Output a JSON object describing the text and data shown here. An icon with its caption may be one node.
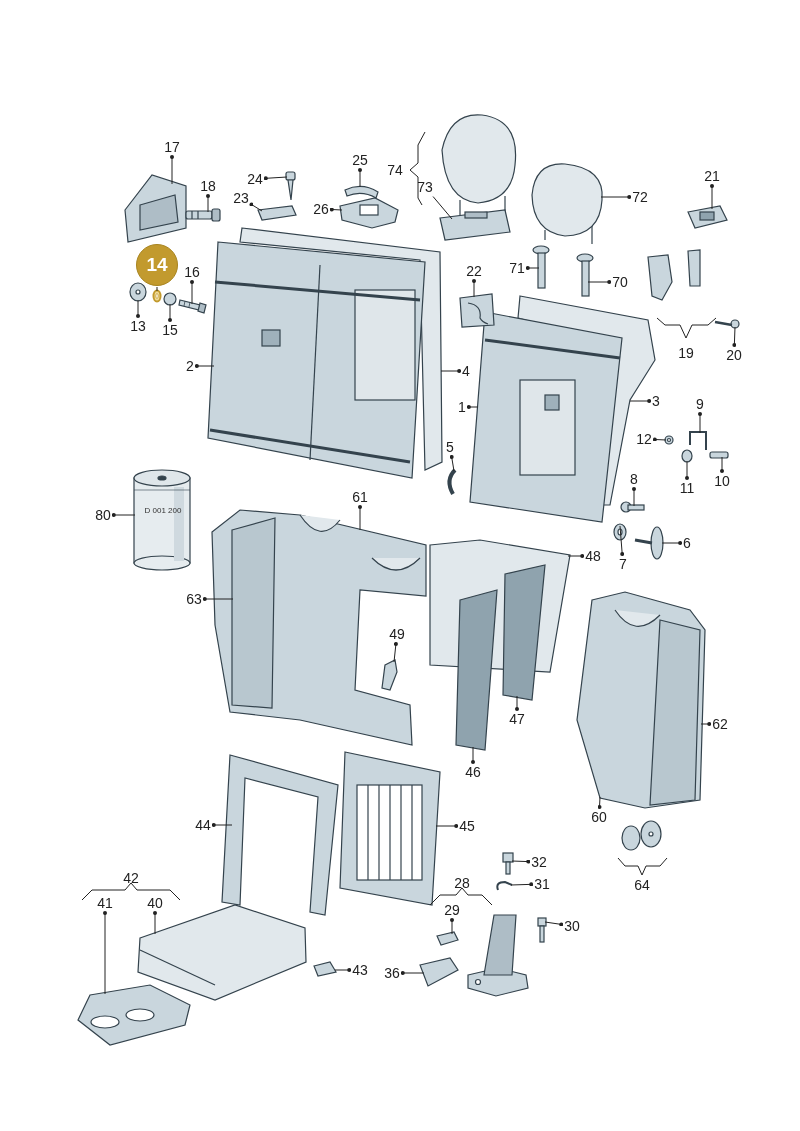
{
  "diagram": {
    "nodes": [
      {
        "text": [
          "17"
        ]
      },
      {
        "text": [
          "18"
        ]
      },
      {
        "text": [
          "24"
        ]
      },
      {
        "text": [
          "25"
        ]
      },
      {
        "text": [
          "23"
        ]
      },
      {
        "text": [
          "26"
        ]
      },
      {
        "text": [
          "73"
        ]
      },
      {
        "text": [
          "72"
        ]
      },
      {
        "text": [
          "21"
        ]
      },
      {
        "text": [
          "14"
        ]
      },
      {
        "text": [
          "22"
        ]
      },
      {
        "text": [
          "16"
        ]
      },
      {
        "text": [
          "13"
        ]
      },
      {
        "text": [
          "15"
        ]
      },
      {
        "text": [
          "2"
        ]
      },
      {
        "text": [
          "4"
        ]
      },
      {
        "text": [
          "71"
        ]
      },
      {
        "text": [
          "70"
        ]
      },
      {
        "text": [
          "20"
        ]
      },
      {
        "text": [
          "1"
        ]
      },
      {
        "text": [
          "3"
        ]
      },
      {
        "text": [
          "9"
        ]
      },
      {
        "text": [
          "12"
        ]
      },
      {
        "text": [
          "11"
        ]
      },
      {
        "text": [
          "10"
        ]
      },
      {
        "text": [
          "5"
        ]
      },
      {
        "text": [
          "8"
        ]
      },
      {
        "text": [
          "80"
        ]
      },
      {
        "text": [
          "61"
        ]
      },
      {
        "text": [
          "48"
        ]
      },
      {
        "text": [
          "6"
        ]
      },
      {
        "text": [
          "7"
        ]
      },
      {
        "text": [
          "63"
        ]
      },
      {
        "text": [
          "49"
        ]
      },
      {
        "text": [
          "47"
        ]
      },
      {
        "text": [
          "62"
        ]
      },
      {
        "text": [
          "46"
        ]
      },
      {
        "text": [
          "60"
        ]
      },
      {
        "text": [
          "44"
        ]
      },
      {
        "text": [
          "45"
        ]
      },
      {
        "text": [
          "32"
        ]
      },
      {
        "text": [
          "31"
        ]
      },
      {
        "text": [
          "29"
        ]
      },
      {
        "text": [
          "30"
        ]
      },
      {
        "text": [
          "41"
        ]
      },
      {
        "text": [
          "40"
        ]
      },
      {
        "text": [
          "43"
        ]
      },
      {
        "text": [
          "36"
        ]
      },
      {
        "text": [],
        "shape": "picture"
      },
      {
        "text": [],
        "shape": "picture"
      },
      {
        "text": [],
        "shape": "picture"
      },
      {
        "text": [],
        "shape": "picture"
      },
      {
        "text": [],
        "shape": "picture"
      },
      {
        "text": [],
        "shape": "picture"
      },
      {
        "text": [],
        "shape": "picture"
      },
      {
        "text": [],
        "shape": "picture"
      },
      {
        "text": [],
        "shape": "picture"
      },
      {
        "text": [],
        "shape": "picture"
      },
      {
        "text": [],
        "shape": "picture"
      },
      {
        "text": [],
        "shape": "picture"
      },
      {
        "text": [],
        "shape": "picture"
      },
      {
        "text": [],
        "shape": "picture"
      },
      {
        "text": [],
        "shape": "picture"
      },
      {
        "text": [],
        "shape": "picture"
      },
      {
        "text": [],
        "shape": "picture"
      },
      {
        "text": [],
        "shape": "picture"
      },
      {
        "text": [],
        "shape": "picture"
      },
      {
        "text": [],
        "shape": "picture"
      },
      {
        "text": [],
        "shape": "picture"
      },
      {
        "text": [],
        "shape": "picture"
      },
      {
        "text": [],
        "shape": "picture"
      },
      {
        "text": [],
        "shape": "picture"
      },
      {
        "text": [],
        "shape": "picture"
      },
      {
        "text": [],
        "shape": "picture"
      },
      {
        "text": [],
        "shape": "picture"
      },
      {
        "text": [],
        "shape": "picture"
      },
      {
        "text": [],
        "shape": "picture"
      },
      {
        "text": [],
        "shape": "picture"
      },
      {
        "text": [],
        "shape": "picture"
      },
      {
        "text": [],
        "shape": "picture"
      },
      {
        "text": [],
        "shape": "picture"
      },
      {
        "text": [],
        "shape": "picture"
      },
      {
        "text": [],
        "shape": "picture"
      },
      {
        "text": [],
        "shape": "picture"
      },
      {
        "text": [],
        "shape": "picture"
      },
      {
        "text": [],
        "shape": "picture"
      },
      {
        "text": [],
        "shape": "picture"
      },
      {
        "text": [],
        "shape": "picture"
      },
      {
        "text": [],
        "shape": "picture"
      },
      {
        "text": [],
        "shape": "picture"
      },
      {
        "text": [],
        "shape": "picture"
      },
      {
        "text": [],
        "shape": "picture"
      },
      {
        "text": [],
        "shape": "picture"
      },
      {
        "text": [],
        "shape": "picture"
      }
    ],
    "edges": [
      {
        "from": 0,
        "to": 48,
        "arrow": "other"
      },
      {
        "from": 1,
        "to": 49,
        "arrow": "other"
      },
      {
        "from": 2,
        "to": 50,
        "arrow": "other"
      },
      {
        "from": 3,
        "to": 51,
        "arrow": "other"
      },
      {
        "from": 4,
        "to": 52,
        "arrow": "other"
      },
      {
        "from": 5,
        "to": 53,
        "arrow": "other"
      },
      {
        "from": 6,
        "to": 54,
        "arrow": "none"
      },
      {
        "from": 7,
        "to": 55,
        "arrow": "other"
      },
      {
        "from": 8,
        "to": 56,
        "arrow": "other"
      },
      {
        "from": 9,
        "to": 57,
        "arrow": "none"
      },
      {
        "from": 10,
        "to": 58,
        "arrow": "other"
      },
      {
        "from": 11,
        "to": 59,
        "arrow": "other"
      },
      {
        "from": 12,
        "to": 60,
        "arrow": "other"
      },
      {
        "from": 13,
        "to": 61,
        "arrow": "other"
      },
      {
        "from": 14,
        "to": 62,
        "arrow": "other"
      },
      {
        "from": 15,
        "to": 63,
        "arrow": "other"
      },
      {
        "from": 16,
        "to": 64,
        "arrow": "other"
      },
      {
        "from": 17,
        "to": 65,
        "arrow": "other"
      },
      {
        "from": 18,
        "to": 66,
        "arrow": "other"
      },
      {
        "from": 19,
        "to": 67,
        "arrow": "other"
      },
      {
        "from": 20,
        "to": 68,
        "arrow": "other"
      },
      {
        "from": 21,
        "to": 69,
        "arrow": "other"
      },
      {
        "from": 22,
        "to": 70,
        "arrow": "other"
      },
      {
        "from": 23,
        "to": 71,
        "arrow": "other"
      },
      {
        "from": 24,
        "to": 72,
        "arrow": "other"
      },
      {
        "from": 25,
        "to": 73,
        "arrow": "other"
      },
      {
        "from": 26,
        "to": 74,
        "arrow": "other"
      },
      {
        "from": 27,
        "to": 75,
        "arrow": "other"
      },
      {
        "from": 28,
        "to": 76,
        "arrow": "other"
      },
      {
        "from": 29,
        "to": 77,
        "arrow": "other"
      },
      {
        "from": 30,
        "to": 78,
        "arrow": "other"
      },
      {
        "from": 31,
        "to": 79,
        "arrow": "other"
      },
      {
        "from": 32,
        "to": 76,
        "arrow": "other"
      },
      {
        "from": 33,
        "to": 80,
        "arrow": "other"
      },
      {
        "from": 34,
        "to": 81,
        "arrow": "other"
      },
      {
        "from": 35,
        "to": 82,
        "arrow": "other"
      },
      {
        "from": 36,
        "to": 83,
        "arrow": "other"
      },
      {
        "from": 37,
        "to": 82,
        "arrow": "other"
      },
      {
        "from": 38,
        "to": 84,
        "arrow": "other"
      },
      {
        "from": 39,
        "to": 85,
        "arrow": "other"
      },
      {
        "from": 40,
        "to": 86,
        "arrow": "other"
      },
      {
        "from": 41,
        "to": 87,
        "arrow": "other"
      },
      {
        "from": 42,
        "to": 88,
        "arrow": "other"
      },
      {
        "from": 43,
        "to": 89,
        "arrow": "other"
      },
      {
        "from": 44,
        "to": 90,
        "arrow": "other"
      },
      {
        "from": 45,
        "to": 91,
        "arrow": "other"
      },
      {
        "from": 46,
        "to": 92,
        "arrow": "other"
      },
      {
        "from": 47,
        "to": 93,
        "arrow": "other"
      }
    ],
    "labels": [
      "74",
      "19",
      "D 001 200",
      "42",
      "28",
      "64"
    ]
  }
}
